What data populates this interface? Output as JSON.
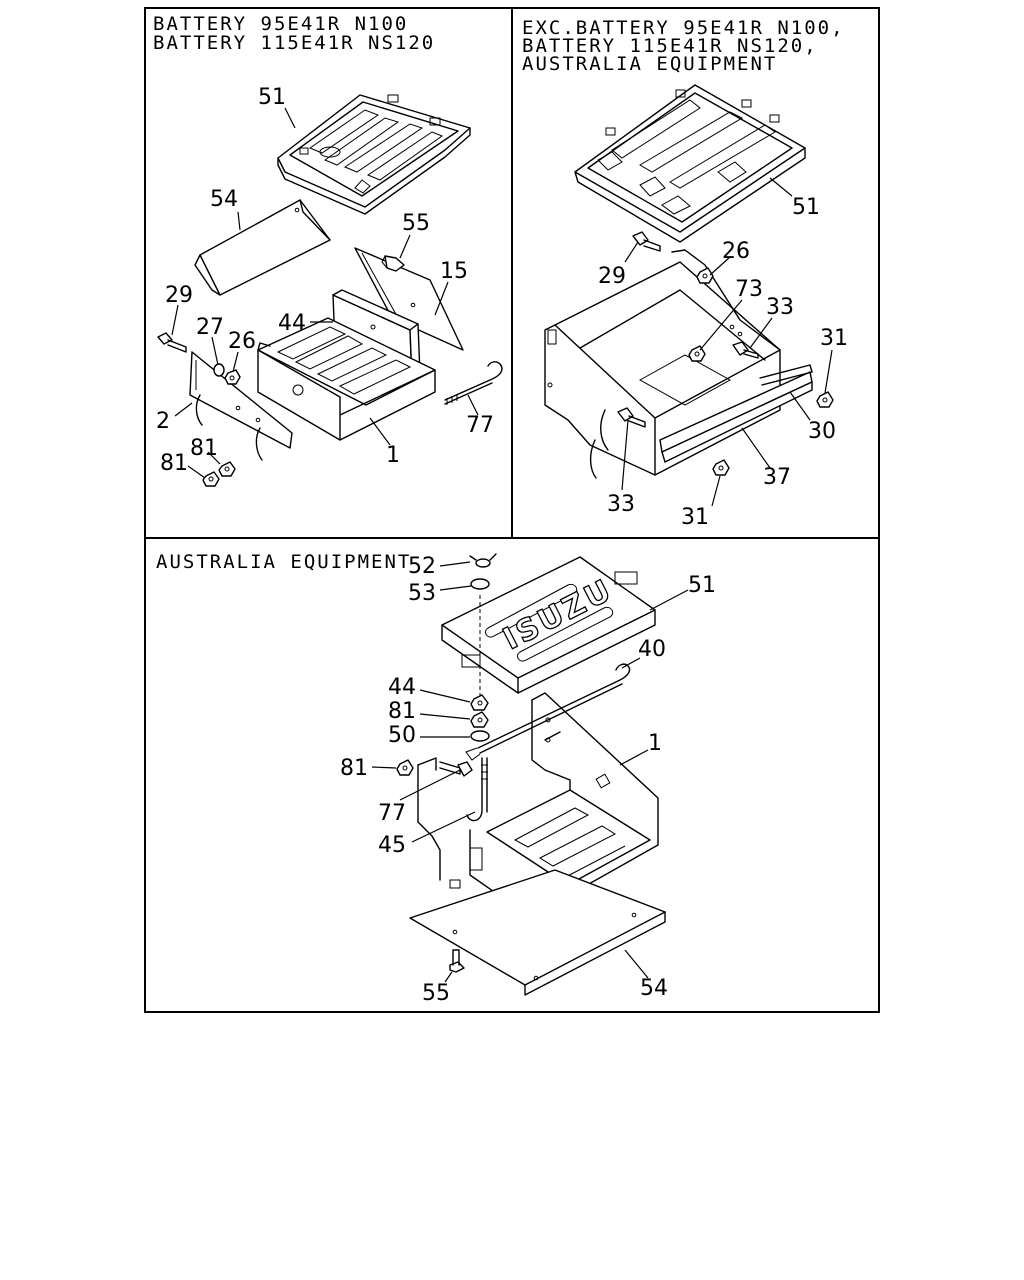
{
  "panels": [
    {
      "id": "A",
      "header": [
        "BATTERY 95E41R N100",
        "BATTERY 115E41R NS120"
      ],
      "callouts": [
        "51",
        "54",
        "55",
        "15",
        "44",
        "29",
        "27",
        "26",
        "2",
        "81",
        "81",
        "1",
        "77"
      ]
    },
    {
      "id": "B",
      "header": [
        "EXC.BATTERY 95E41R N100,",
        "BATTERY 115E41R NS120,",
        "AUSTRALIA EQUIPMENT"
      ],
      "callouts": [
        "51",
        "29",
        "26",
        "73",
        "33",
        "31",
        "30",
        "37",
        "33",
        "31"
      ]
    },
    {
      "id": "C",
      "header": [
        "AUSTRALIA EQUIPMENT"
      ],
      "callouts": [
        "52",
        "53",
        "51",
        "40",
        "44",
        "81",
        "50",
        "1",
        "81",
        "77",
        "45",
        "55",
        "54"
      ]
    }
  ],
  "logo_text": "ISUZU",
  "colors": {
    "line": "#000000",
    "background": "#ffffff"
  }
}
